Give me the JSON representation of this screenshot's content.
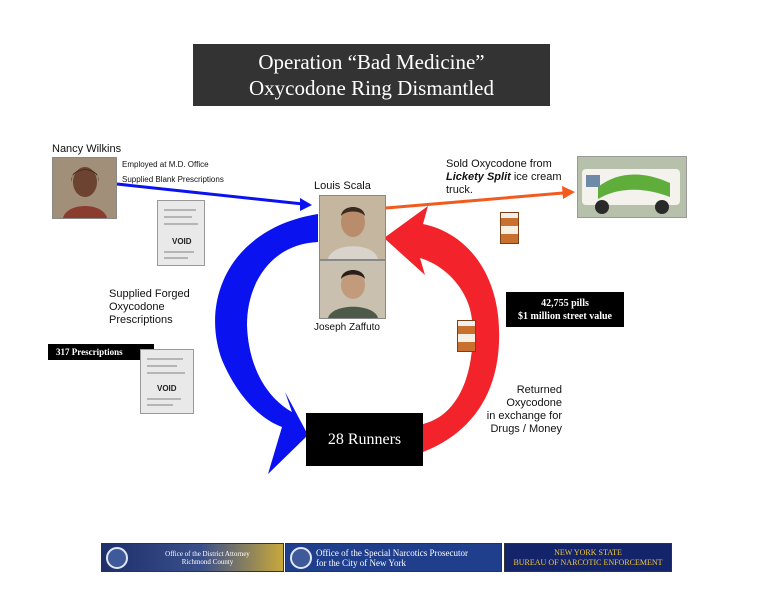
{
  "title": {
    "line1": "Operation “Bad Medicine”",
    "line2": "Oxycodone Ring Dismantled"
  },
  "people": {
    "nancy": {
      "name": "Nancy Wilkins",
      "note1": "Employed at M.D. Office",
      "note2": "Supplied Blank Prescriptions"
    },
    "louis": {
      "name": "Louis Scala"
    },
    "joseph": {
      "name": "Joseph Zaffuto"
    }
  },
  "sold": {
    "line1": "Sold Oxycodone from",
    "brand": "Lickety Split",
    "line2_rest": " ice cream",
    "line3": "truck."
  },
  "pills": {
    "count": "42,755 pills",
    "value": "$1 million street value"
  },
  "forged": {
    "line1": "Supplied Forged",
    "line2": "Oxycodone",
    "line3": "Prescriptions",
    "count": "317 Prescriptions"
  },
  "returned": {
    "line1": "Returned",
    "line2": "Oxycodone",
    "line3": "in exchange for",
    "line4": "Drugs / Money"
  },
  "runners": {
    "label": "28 Runners"
  },
  "documents": {
    "stamp": "VOID"
  },
  "logos": {
    "da": {
      "line1": "Office of the District Attorney",
      "line2": "Richmond County"
    },
    "snp": {
      "line1": "Office of the Special Narcotics Prosecutor",
      "line2": "for the City of New York"
    },
    "bne": {
      "line1": "NEW YORK STATE",
      "line2": "BUREAU OF NARCOTIC ENFORCEMENT"
    }
  },
  "colors": {
    "blue_arrow": "#0a12f0",
    "red_arrow": "#f2232a",
    "orange_arrow": "#f25a1e",
    "title_bg": "#333333"
  },
  "icons": [
    "person-photo",
    "prescription-document",
    "pill-bottle",
    "ice-cream-truck",
    "agency-seal"
  ]
}
